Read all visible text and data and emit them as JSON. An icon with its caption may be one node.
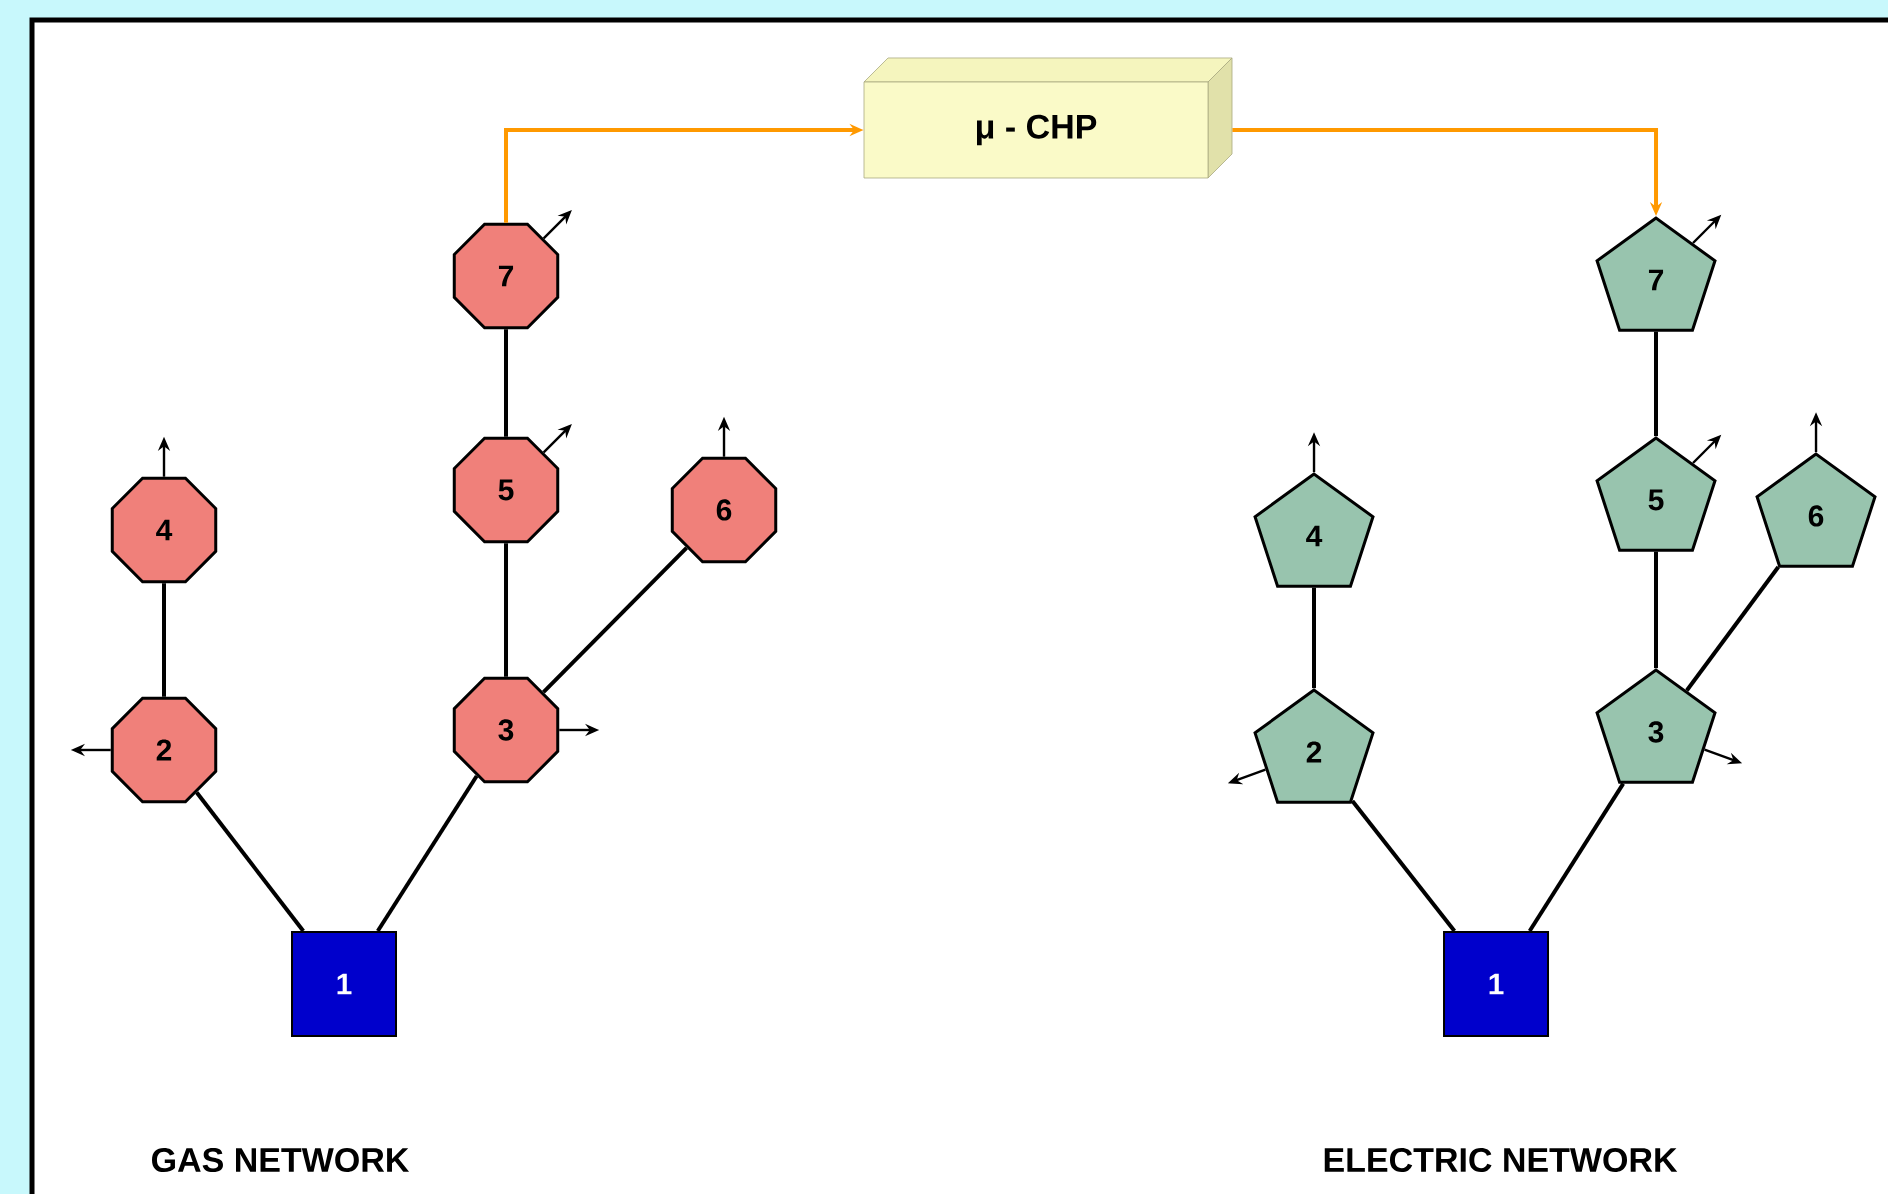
{
  "diagram": {
    "nodes": [
      {
        "text": [
          "μ - CHP"
        ]
      },
      {
        "text": [
          "1"
        ]
      },
      {
        "text": [
          "2"
        ]
      },
      {
        "text": [
          "3"
        ]
      },
      {
        "text": [
          "4"
        ]
      },
      {
        "text": [
          "5"
        ]
      },
      {
        "text": [
          "6"
        ]
      },
      {
        "text": [
          "7"
        ]
      },
      {
        "text": [
          "1"
        ]
      },
      {
        "text": [
          "2"
        ]
      },
      {
        "text": [
          "3"
        ]
      },
      {
        "text": [
          "4"
        ]
      },
      {
        "text": [
          "5"
        ]
      },
      {
        "text": [
          "6"
        ]
      },
      {
        "text": [
          "7"
        ]
      }
    ],
    "edges": [
      {
        "from": 7,
        "to": 0,
        "arrow": "to",
        "color": "#ff9900"
      },
      {
        "from": 0,
        "to": 14,
        "arrow": "to",
        "color": "#ff9900"
      },
      {
        "from": 1,
        "to": 2,
        "arrow": "none"
      },
      {
        "from": 1,
        "to": 3,
        "arrow": "none"
      },
      {
        "from": 2,
        "to": 4,
        "arrow": "none"
      },
      {
        "from": 3,
        "to": 5,
        "arrow": "none"
      },
      {
        "from": 3,
        "to": 6,
        "arrow": "none"
      },
      {
        "from": 5,
        "to": 7,
        "arrow": "none"
      },
      {
        "from": 8,
        "to": 9,
        "arrow": "none"
      },
      {
        "from": 8,
        "to": 10,
        "arrow": "none"
      },
      {
        "from": 9,
        "to": 11,
        "arrow": "none"
      },
      {
        "from": 10,
        "to": 12,
        "arrow": "none"
      },
      {
        "from": 10,
        "to": 13,
        "arrow": "none"
      },
      {
        "from": 12,
        "to": 14,
        "arrow": "none"
      },
      {
        "from": 2,
        "to": null,
        "arrow": "to"
      },
      {
        "from": 4,
        "to": null,
        "arrow": "to"
      },
      {
        "from": 3,
        "to": null,
        "arrow": "to"
      },
      {
        "from": 5,
        "to": null,
        "arrow": "to"
      },
      {
        "from": 6,
        "to": null,
        "arrow": "to"
      },
      {
        "from": 7,
        "to": null,
        "arrow": "to"
      },
      {
        "from": 9,
        "to": null,
        "arrow": "to"
      },
      {
        "from": 11,
        "to": null,
        "arrow": "to"
      },
      {
        "from": 10,
        "to": null,
        "arrow": "to"
      },
      {
        "from": 12,
        "to": null,
        "arrow": "to"
      },
      {
        "from": 13,
        "to": null,
        "arrow": "to"
      },
      {
        "from": 14,
        "to": null,
        "arrow": "to"
      }
    ],
    "labels": [
      "GAS NETWORK",
      "ELECTRIC NETWORK"
    ]
  }
}
